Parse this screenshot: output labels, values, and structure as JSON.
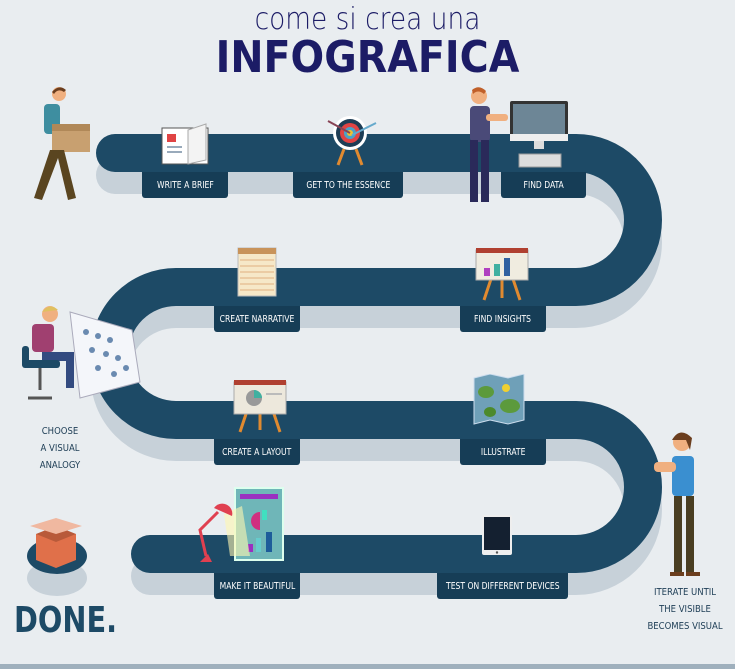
{
  "title": {
    "line1": "come si crea una",
    "line2": "INFOGRAFICA"
  },
  "steps": [
    {
      "label": "WRITE A BRIEF",
      "icon": "open-book-icon"
    },
    {
      "label": "GET TO THE ESSENCE",
      "icon": "target-icon"
    },
    {
      "label": "FIND DATA",
      "icon": "computer-icon"
    },
    {
      "label": "CREATE NARRATIVE",
      "icon": "notepad-icon"
    },
    {
      "label": "FIND INSIGHTS",
      "icon": "chart-easel-icon"
    },
    {
      "label": "CREATE A LAYOUT",
      "icon": "layout-easel-icon"
    },
    {
      "label": "ILLUSTRATE",
      "icon": "map-icon"
    },
    {
      "label": "MAKE IT BEAUTIFUL",
      "icon": "lamp-board-icon"
    },
    {
      "label": "TEST ON DIFFERENT DEVICES",
      "icon": "tablet-icon"
    }
  ],
  "side_notes": {
    "analogy": [
      "CHOOSE",
      "A VISUAL",
      "ANALOGY"
    ],
    "iterate": [
      "ITERATE UNTIL",
      "THE VISIBLE",
      "BECOMES VISUAL"
    ]
  },
  "done": "DONE.",
  "colors": {
    "road": "#1d4a66",
    "road_shadow": "#c7d1d9",
    "label_bg": "#163d56",
    "title": "#1c1c66",
    "background": "#e9edf0"
  }
}
